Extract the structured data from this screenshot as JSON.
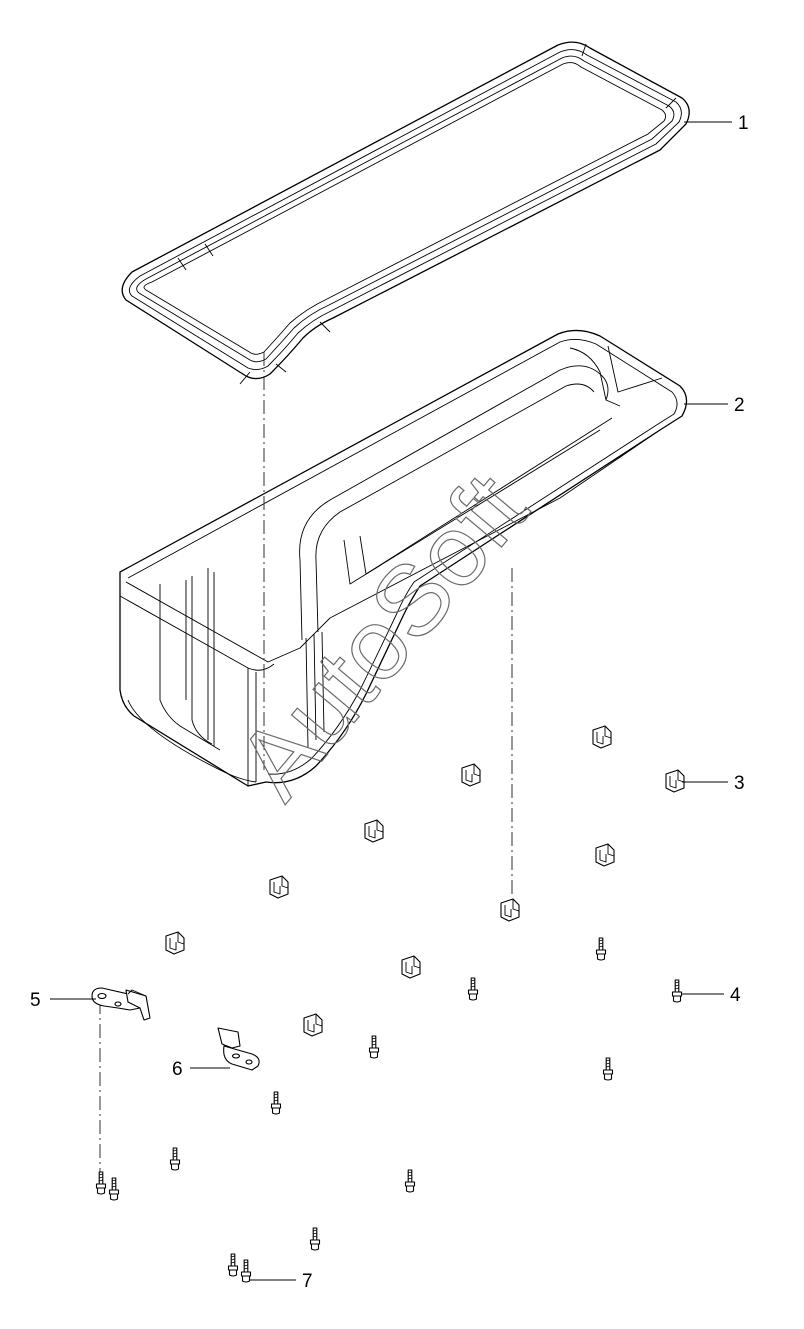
{
  "watermark": "AutoSoft",
  "callouts": [
    "1",
    "2",
    "3",
    "4",
    "5",
    "6",
    "7"
  ]
}
